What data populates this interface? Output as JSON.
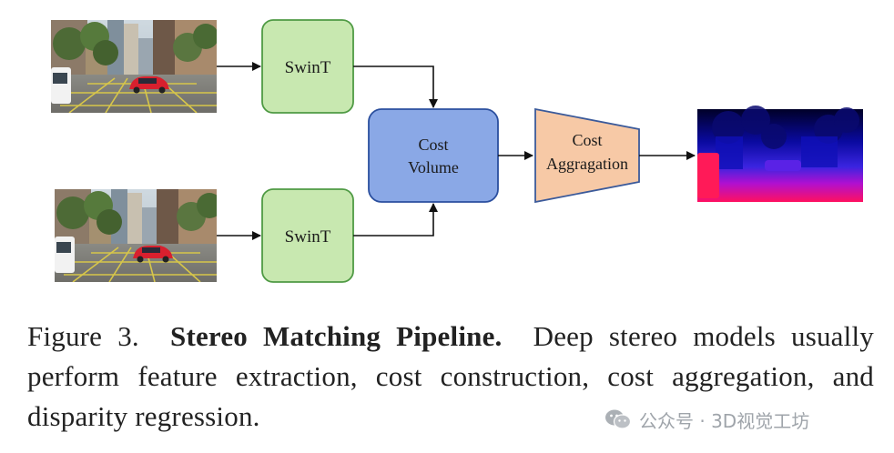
{
  "diagram": {
    "nodes": {
      "swin_top": "SwinT",
      "swin_bottom": "SwinT",
      "cost_volume_line1": "Cost",
      "cost_volume_line2": "Volume",
      "cost_agg_line1": "Cost",
      "cost_agg_line2": "Aggragation"
    },
    "colors": {
      "swin_fill": "#c8e8b0",
      "swin_stroke": "#4f9a44",
      "cost_volume_fill": "#8aa8e6",
      "cost_volume_stroke": "#2b4f9e",
      "cost_agg_fill": "#f7c9a6",
      "cost_agg_stroke": "#3b5a9a",
      "arrow": "#111111"
    }
  },
  "caption": {
    "prefix": "Figure 3.",
    "title": "Stereo Matching Pipeline.",
    "body": "Deep stereo models usually perform feature extraction, cost construction, cost aggregation, and disparity regression."
  },
  "watermark": {
    "text": "公众号 · 3D视觉工坊",
    "icon": "wechat-icon"
  }
}
